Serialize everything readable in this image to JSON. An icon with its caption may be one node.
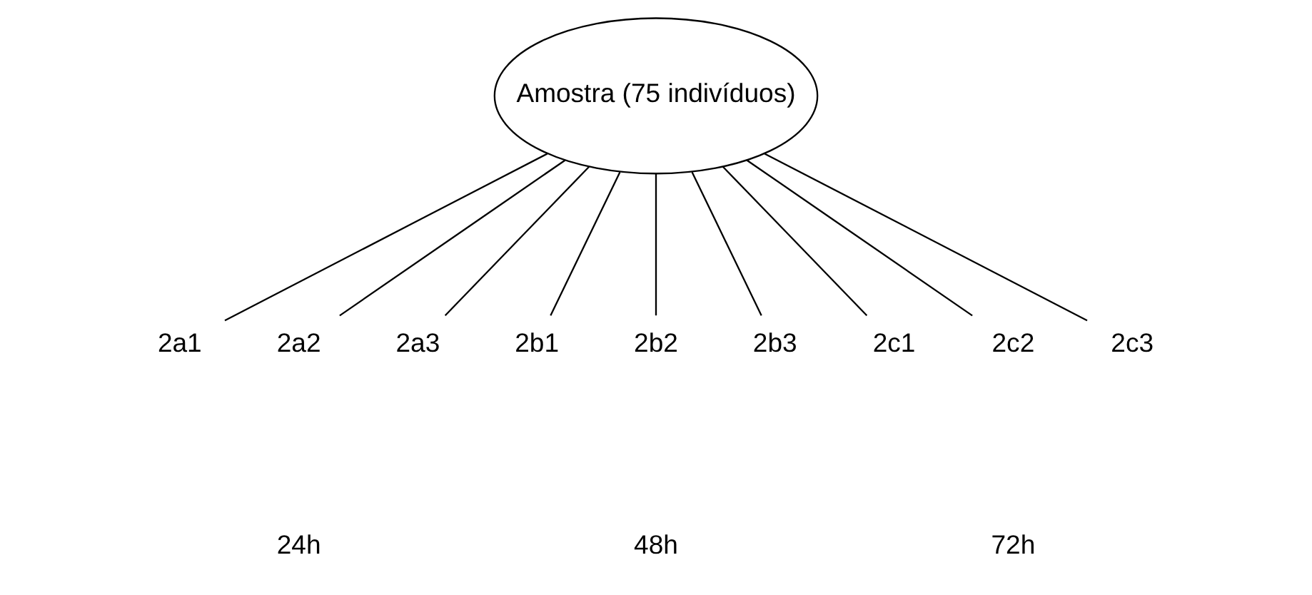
{
  "diagram": {
    "nodes": [
      {
        "text": [
          "Amostra (75 indivíduos)"
        ]
      },
      {
        "text": [
          "2a1"
        ]
      },
      {
        "text": [
          "2a2"
        ]
      },
      {
        "text": [
          "2a3"
        ]
      },
      {
        "text": [
          "2b1"
        ]
      },
      {
        "text": [
          "2b2"
        ]
      },
      {
        "text": [
          "2b3"
        ]
      },
      {
        "text": [
          "2c1"
        ]
      },
      {
        "text": [
          "2c2"
        ]
      },
      {
        "text": [
          "2c3"
        ]
      }
    ],
    "edges": [
      {
        "from": 0,
        "to": 1,
        "arrow": "none"
      },
      {
        "from": 0,
        "to": 2,
        "arrow": "none"
      },
      {
        "from": 0,
        "to": 3,
        "arrow": "none"
      },
      {
        "from": 0,
        "to": 4,
        "arrow": "none"
      },
      {
        "from": 0,
        "to": 5,
        "arrow": "none"
      },
      {
        "from": 0,
        "to": 6,
        "arrow": "none"
      },
      {
        "from": 0,
        "to": 7,
        "arrow": "none"
      },
      {
        "from": 0,
        "to": 8,
        "arrow": "none"
      },
      {
        "from": 0,
        "to": 9,
        "arrow": "none"
      }
    ],
    "labels": [
      "24h",
      "48h",
      "72h"
    ]
  }
}
